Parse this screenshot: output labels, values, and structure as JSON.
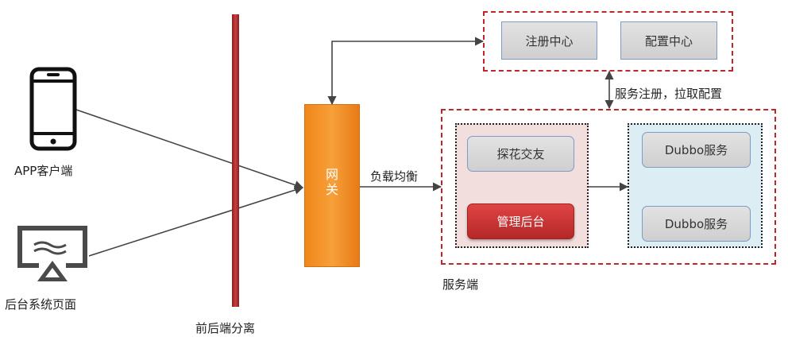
{
  "clients": {
    "app_label": "APP客户端",
    "admin_label": "后台系统页面"
  },
  "separator": {
    "label": "前后端分离"
  },
  "gateway": {
    "label": "网关"
  },
  "load_balance": {
    "label": "负载均衡"
  },
  "registry": {
    "register_center": "注册中心",
    "config_center": "配置中心",
    "link_label": "服务注册，拉取配置"
  },
  "server": {
    "label": "服务端",
    "tanhua": "探花交友",
    "admin_backend": "管理后台",
    "dubbo_1": "Dubbo服务",
    "dubbo_2": "Dubbo服务"
  },
  "colors": {
    "separator_bar": "#b83232",
    "gateway": "#f0861a",
    "admin_backend": "#c8302f",
    "dashed_border": "#c0262c",
    "left_group_bg": "#f3dede",
    "right_group_bg": "#dcedf3"
  }
}
